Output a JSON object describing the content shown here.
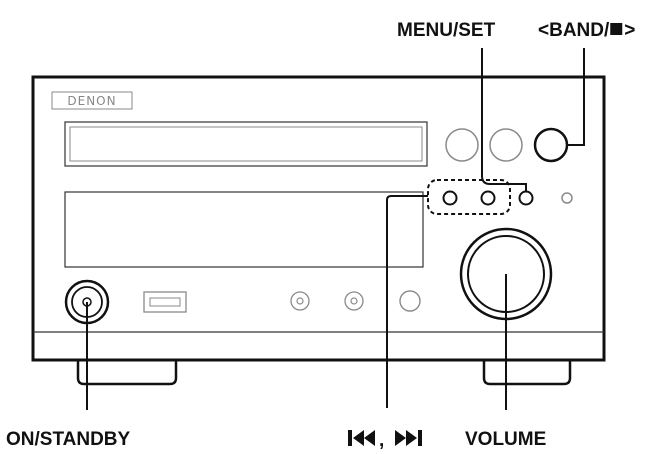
{
  "brand": "DENON",
  "labels": {
    "menu_set": "MENU/SET",
    "band_stop_prefix": "<BAND/",
    "band_stop_suffix": ">",
    "on_standby": "ON/STANDBY",
    "skip_sep": ",",
    "volume": "VOLUME"
  },
  "icons": {
    "stop": "stop-square-icon",
    "prev": "skip-back-icon",
    "next": "skip-forward-icon"
  },
  "colors": {
    "ink": "#111111",
    "panel_line": "#333333",
    "light_line": "#8a8a8a"
  }
}
